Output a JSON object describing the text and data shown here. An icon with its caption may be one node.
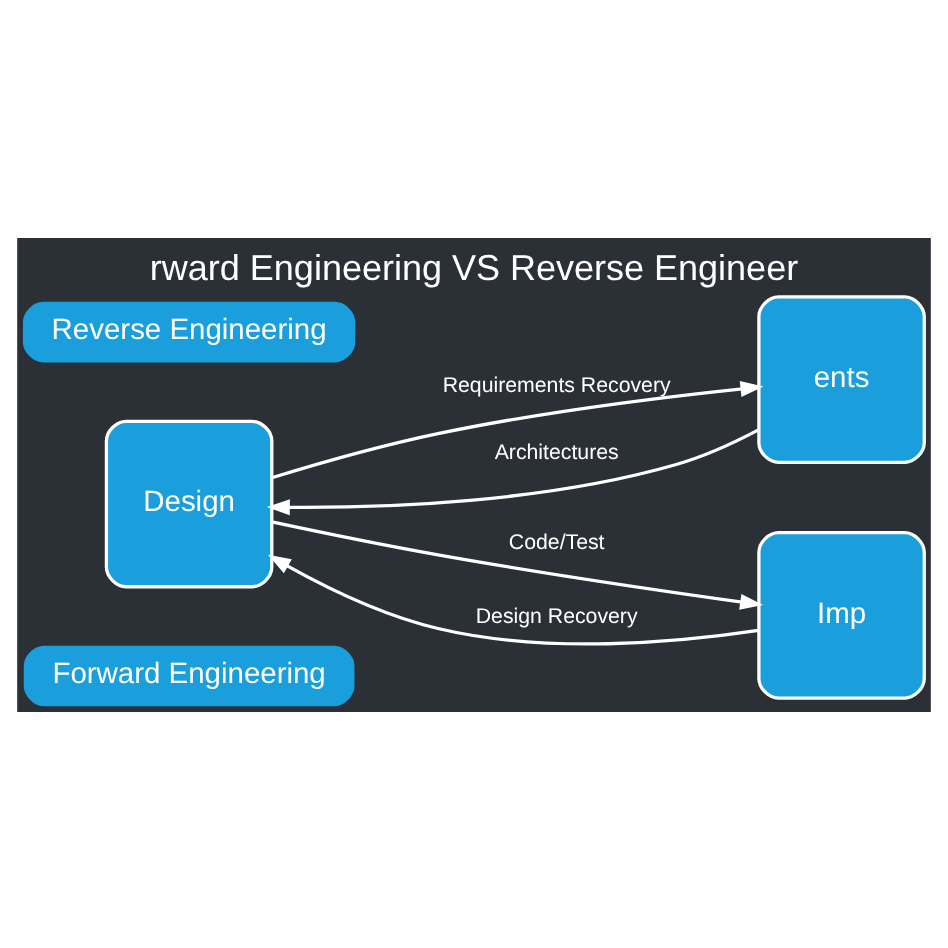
{
  "diagram": {
    "title": "rward Engineering VS Reverse Engineer",
    "nodes": [
      {
        "text": [
          "Forward Engineering"
        ]
      },
      {
        "text": [
          "ents"
        ]
      },
      {
        "text": [
          "Design"
        ]
      },
      {
        "text": [
          "Imp"
        ]
      },
      {
        "text": [
          "Reverse Engineering"
        ]
      }
    ],
    "edges": [
      {
        "from": 1,
        "to": 2,
        "arrow": "to",
        "label": "Architectures"
      },
      {
        "from": 2,
        "to": 1,
        "arrow": "to",
        "label": "Requirements Recovery"
      },
      {
        "from": 2,
        "to": 3,
        "arrow": "to",
        "label": "Code/Test"
      },
      {
        "from": 3,
        "to": 2,
        "arrow": "to",
        "label": "Design Recovery"
      }
    ]
  }
}
